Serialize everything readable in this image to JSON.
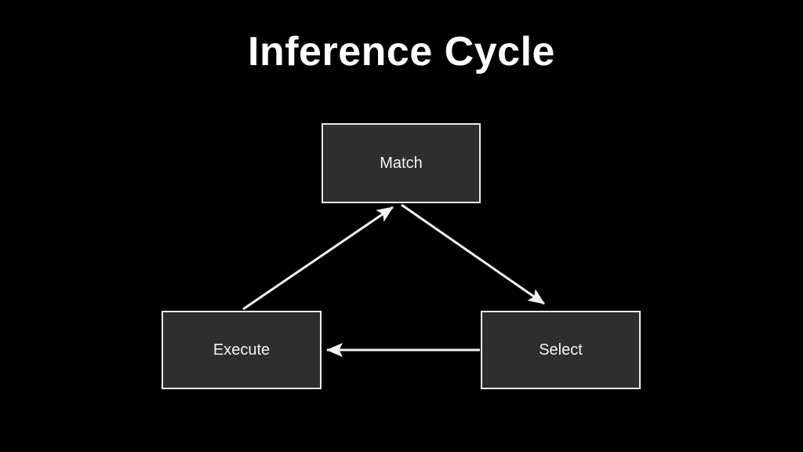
{
  "title": "Inference Cycle",
  "colors": {
    "background": "#000000",
    "node_fill": "#2e2e2e",
    "node_border": "#ededed",
    "arrow": "#f2f2f2",
    "text": "#ffffff"
  },
  "diagram": {
    "nodes": [
      {
        "id": "match",
        "label": "Match"
      },
      {
        "id": "execute",
        "label": "Execute"
      },
      {
        "id": "select",
        "label": "Select"
      }
    ],
    "edges": [
      {
        "from": "execute",
        "to": "match"
      },
      {
        "from": "match",
        "to": "select"
      },
      {
        "from": "select",
        "to": "execute"
      }
    ]
  }
}
